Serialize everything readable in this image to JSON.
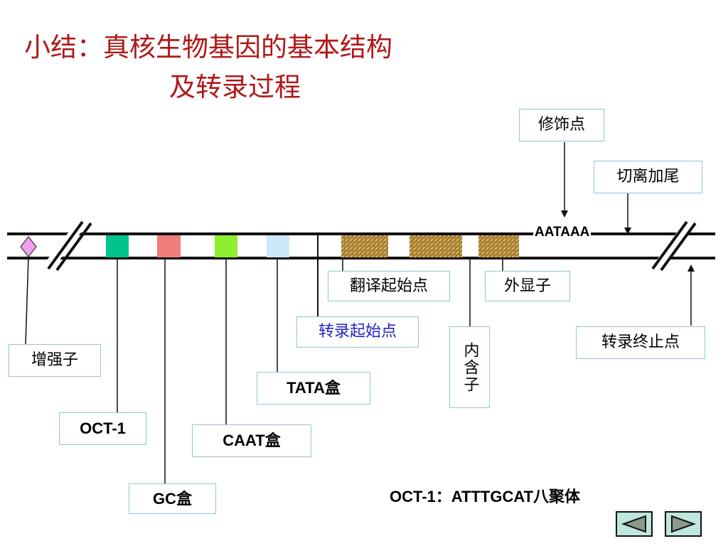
{
  "title": {
    "line1": "小结：真核生物基因的基本结构",
    "line2": "及转录过程"
  },
  "sequence_label": "AATAAA",
  "labels": {
    "modification_site": "修饰点",
    "cleavage_polyadenylation": "切离加尾",
    "translation_start": "翻译起始点",
    "exon": "外显子",
    "transcription_start": "转录起始点",
    "intron": "内含子",
    "transcription_stop": "转录终止点",
    "enhancer": "增强子",
    "tata_box": "TATA盒",
    "oct1": "OCT-1",
    "caat_box": "CAAT盒",
    "gc_box": "GC盒"
  },
  "note": "OCT-1：ATTTGCAT八聚体",
  "navigation": {
    "prev_icon": "triangle-left-icon",
    "next_icon": "triangle-right-icon"
  },
  "colors": {
    "title": "#b01818",
    "oct1_box": "#00c48c",
    "gc_box": "#f07b7b",
    "caat_box": "#8fee2e",
    "tata_box": "#cde8f8",
    "exon": "#c8a050",
    "enhancer": "#f0a0f0",
    "transcription_start_text": "#2323c8"
  }
}
